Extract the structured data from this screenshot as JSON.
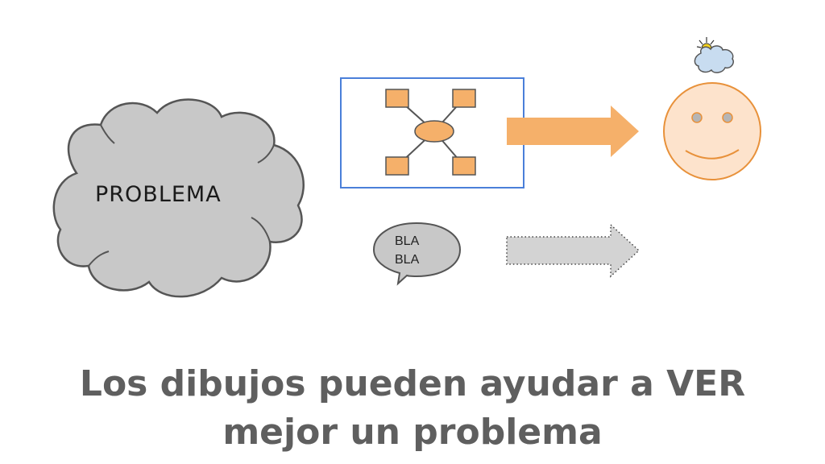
{
  "cloud": {
    "label": "PROBLEMA"
  },
  "speech_bubble": {
    "lines": [
      "BLA",
      "BLA"
    ]
  },
  "caption": {
    "line1": "Los dibujos pueden ayudar a VER",
    "line2": "mejor un problema"
  },
  "colors": {
    "cloud_fill": "#c8c8c8",
    "cloud_stroke": "#555555",
    "diagram_frame": "#4a7fd9",
    "node_fill": "#f5b06a",
    "node_stroke": "#555555",
    "arrow_orange": "#f5b06a",
    "arrow_gray": "#d3d3d3",
    "face_fill": "#fde3cc",
    "face_stroke": "#e8913a",
    "eye_fill": "#b5b5b5",
    "small_cloud": "#c8dcf0",
    "sun": "#f4d21f",
    "caption_text": "#5f5f5f"
  },
  "icons": [
    "problem-cloud",
    "diagram-network",
    "arrow-right-icon",
    "speech-bubble-icon",
    "dotted-arrow-icon",
    "smiley-face-icon",
    "thought-cloud-icon",
    "sun-icon"
  ]
}
